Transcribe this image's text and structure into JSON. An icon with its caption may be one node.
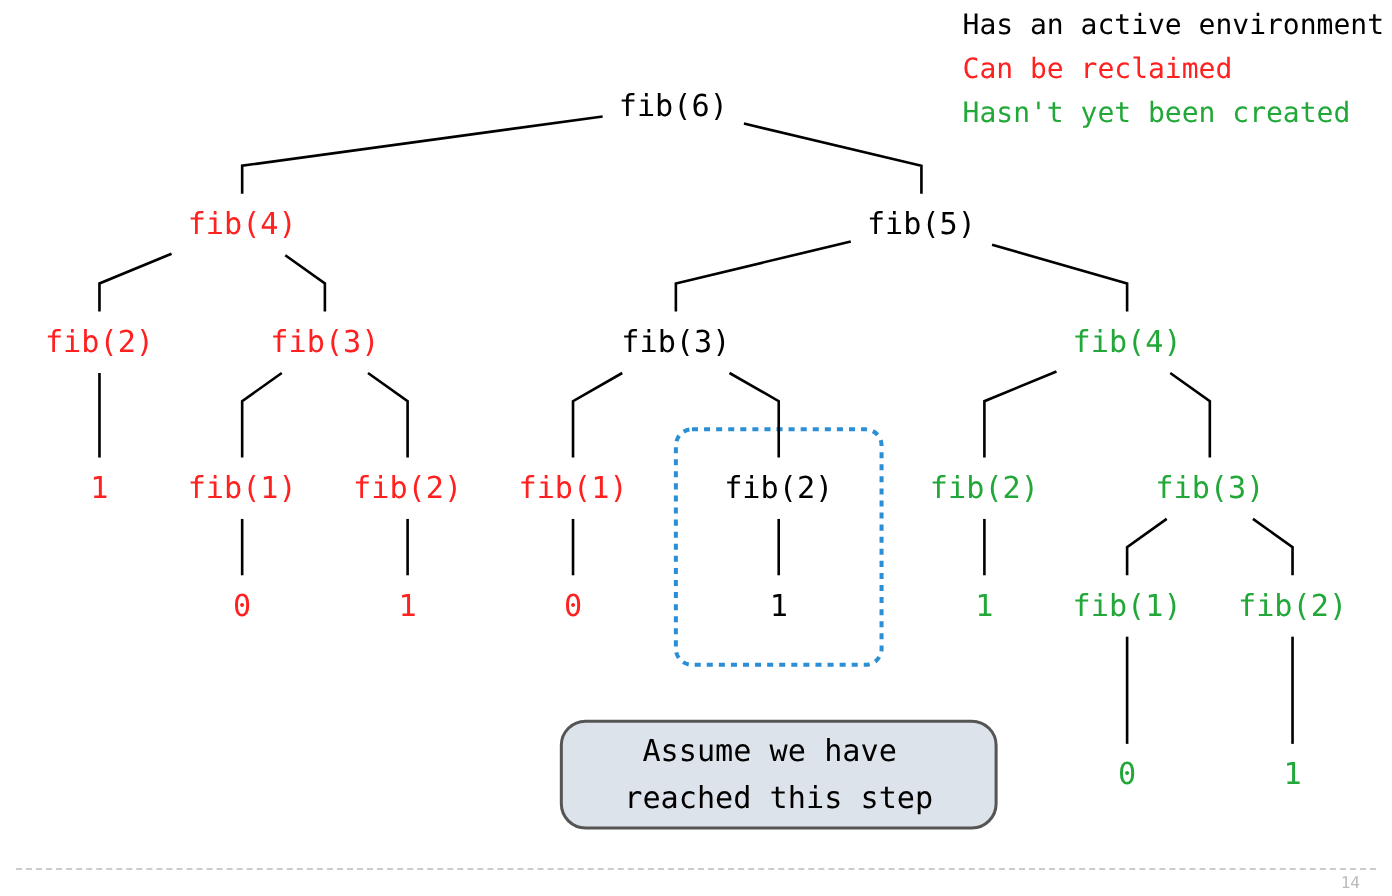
{
  "diagram": {
    "nodes": [
      {
        "text": [
          "fib(6)"
        ]
      },
      {
        "text": [
          "fib(4)"
        ]
      },
      {
        "text": [
          "fib(5)"
        ]
      },
      {
        "text": [
          "fib(2)"
        ]
      },
      {
        "text": [
          "fib(3)"
        ]
      },
      {
        "text": [
          "1"
        ]
      },
      {
        "text": [
          "fib(1)"
        ]
      },
      {
        "text": [
          "fib(2)"
        ]
      },
      {
        "text": [
          "fib(3)"
        ]
      },
      {
        "text": [
          "fib(4)"
        ]
      },
      {
        "text": [
          "0"
        ]
      },
      {
        "text": [
          "1"
        ]
      },
      {
        "text": [
          "fib(1)"
        ]
      },
      {
        "text": [],
        "shape": "box"
      },
      {
        "text": [
          "fib(2)"
        ],
        "in": 13
      },
      {
        "text": [
          "fib(2)"
        ]
      },
      {
        "text": [
          "fib(3)"
        ]
      },
      {
        "text": [
          "0"
        ]
      },
      {
        "text": [
          "1"
        ],
        "in": 13
      },
      {
        "text": [
          "1"
        ]
      },
      {
        "text": [
          "fib(1)"
        ]
      },
      {
        "text": [
          "fib(2)"
        ]
      },
      {
        "text": [
          "0"
        ]
      },
      {
        "text": [
          "1"
        ]
      },
      {
        "text": [
          "Assume we have reached this step"
        ]
      }
    ],
    "edges": [
      {
        "from": 0,
        "to": 1,
        "arrow": "none"
      },
      {
        "from": 0,
        "to": 2,
        "arrow": "none"
      },
      {
        "from": 1,
        "to": 3,
        "arrow": "none"
      },
      {
        "from": 1,
        "to": 4,
        "arrow": "none"
      },
      {
        "from": 3,
        "to": 5,
        "arrow": "none"
      },
      {
        "from": 4,
        "to": 6,
        "arrow": "none"
      },
      {
        "from": 4,
        "to": 7,
        "arrow": "none"
      },
      {
        "from": 6,
        "to": 10,
        "arrow": "none"
      },
      {
        "from": 7,
        "to": 11,
        "arrow": "none"
      },
      {
        "from": 2,
        "to": 8,
        "arrow": "none"
      },
      {
        "from": 2,
        "to": 9,
        "arrow": "none"
      },
      {
        "from": 8,
        "to": 12,
        "arrow": "none"
      },
      {
        "from": 8,
        "to": 14,
        "arrow": "none"
      },
      {
        "from": 12,
        "to": 17,
        "arrow": "none"
      },
      {
        "from": 14,
        "to": 18,
        "arrow": "none"
      },
      {
        "from": 9,
        "to": 15,
        "arrow": "none"
      },
      {
        "from": 9,
        "to": 16,
        "arrow": "none"
      },
      {
        "from": 15,
        "to": 19,
        "arrow": "none"
      },
      {
        "from": 16,
        "to": 20,
        "arrow": "none"
      },
      {
        "from": 16,
        "to": 21,
        "arrow": "none"
      },
      {
        "from": 20,
        "to": 22,
        "arrow": "none"
      },
      {
        "from": 21,
        "to": 23,
        "arrow": "none"
      }
    ],
    "labels": [
      "14"
    ],
    "legend": [
      {
        "text": "Has an active environment",
        "color": "#000000"
      },
      {
        "text": "Can be reclaimed",
        "color": "#ff2020"
      },
      {
        "text": "Hasn't yet been created",
        "color": "#22a838"
      }
    ]
  }
}
